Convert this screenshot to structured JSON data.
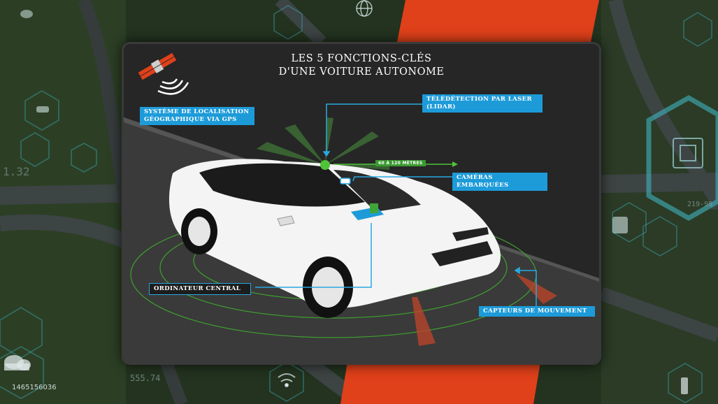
{
  "title": {
    "line1": "LES 5 FONCTIONS-CLÉS",
    "line2": "D'UNE VOITURE AUTONOME"
  },
  "labels": {
    "gps": "SYSTÈME DE LOCALISATION GÉOGRAPHIQUE VIA GPS",
    "lidar": "TÉLÉDÉTECTION PAR LASER (LIDAR)",
    "range": "60 À 120 MÈTRES",
    "cameras": "CAMÉRAS EMBARQUÉES",
    "computer": "ORDINATEUR CENTRAL",
    "sensors": "CAPTEURS DE MOUVEMENT"
  },
  "watermarks": {
    "id": "1465156036",
    "num_bottom": "555.74",
    "num_left": "1.32",
    "num_right": "219-98"
  },
  "colors": {
    "accent_blue": "#1d9bd9",
    "accent_orange": "#e0401a",
    "lidar_green": "#4fc23a"
  },
  "icons": [
    "satellite-icon",
    "car-icon",
    "chip-icon",
    "wifi-icon",
    "globe-icon",
    "bus-icon",
    "cloud-icon",
    "traffic-light-icon"
  ]
}
